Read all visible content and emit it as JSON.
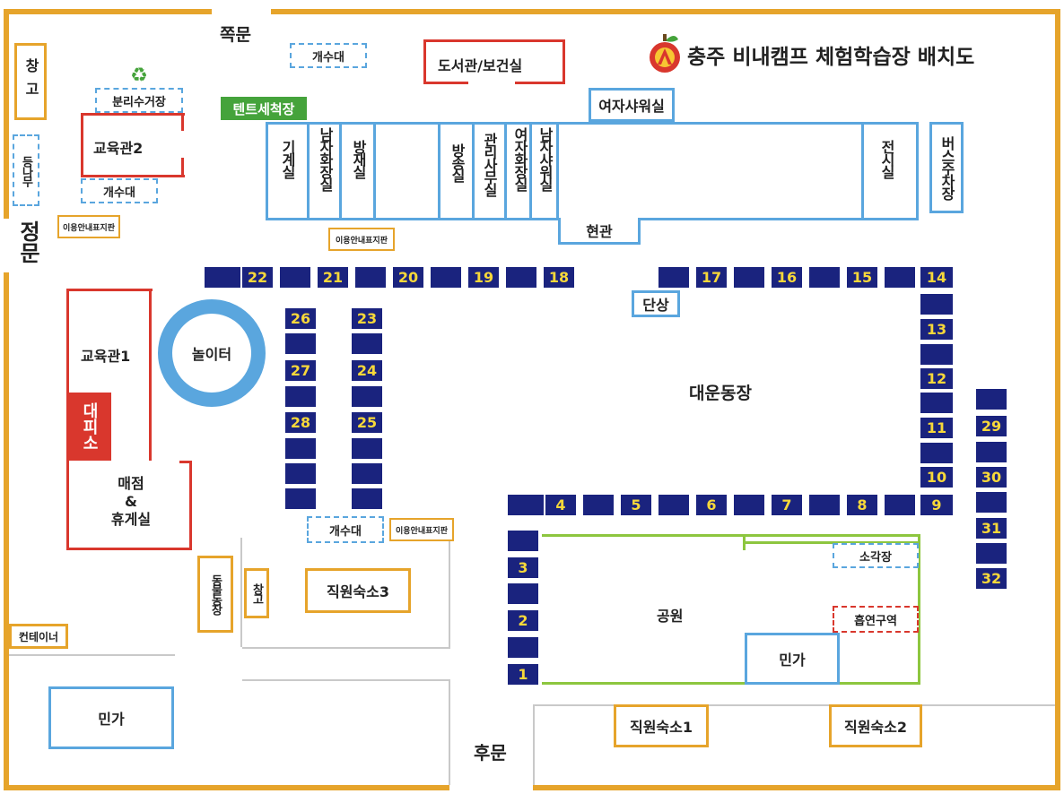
{
  "title": "충주 비내캠프 체험학습장 배치도",
  "gates": {
    "side": "쪽문",
    "main": "정문",
    "back": "후문"
  },
  "buildings": {
    "storage_top": "창고",
    "recycling": "분리수거장",
    "edu2": "교육관2",
    "sink_left": "개수대",
    "wisteria": "등나무",
    "info_left": "이용안내표지판",
    "sink_top": "개수대",
    "library": "도서관/보건실",
    "tent_wash": "텐트세척장",
    "women_shower": "여자샤워실",
    "machine_room": "기계실",
    "men_toilet": "남자화장실",
    "prevention": "방재실",
    "broadcast": "방송실",
    "office": "관리사무실",
    "women_toilet": "여자화장실",
    "men_shower": "남자샤워실",
    "exhibition": "전시실",
    "bus_parking": "버스주차장",
    "entrance": "현관",
    "info_mid": "이용안내표지판",
    "edu1": "교육관1",
    "shelter": "대피소",
    "playground": "놀이터",
    "stage": "단상",
    "field": "대운동장",
    "store": "매점\n&\n휴게실",
    "sink_bottom": "개수대",
    "info_bottom": "이용안내표지판",
    "animal_farm": "동물농장",
    "storage_bottom": "창고",
    "staff3": "직원숙소3",
    "container": "컨테이너",
    "house_left": "민가",
    "park": "공원",
    "incinerator": "소각장",
    "smoking": "흡연구역",
    "house_park": "민가",
    "staff1": "직원숙소1",
    "staff2": "직원숙소2"
  },
  "campsites": {
    "top_left": [
      "22",
      "21",
      "20",
      "19",
      "18"
    ],
    "top_right": [
      "17",
      "16",
      "15",
      "14"
    ],
    "right_col": [
      "13",
      "12",
      "11",
      "10"
    ],
    "bottom_row": [
      "4",
      "5",
      "6",
      "7",
      "8",
      "9"
    ],
    "left_col": [
      "3",
      "2",
      "1"
    ],
    "col_a": [
      "26",
      "27",
      "28"
    ],
    "col_b": [
      "23",
      "24",
      "25"
    ],
    "far_right": [
      "29",
      "30",
      "31",
      "32"
    ]
  },
  "colors": {
    "site_fill": "#1a237e",
    "site_number": "#f7d83a",
    "orange_border": "#e6a42b",
    "blue_border": "#5aa6de",
    "red_border": "#d9372d",
    "green": "#45a33b",
    "park_line": "#8dc63f"
  }
}
